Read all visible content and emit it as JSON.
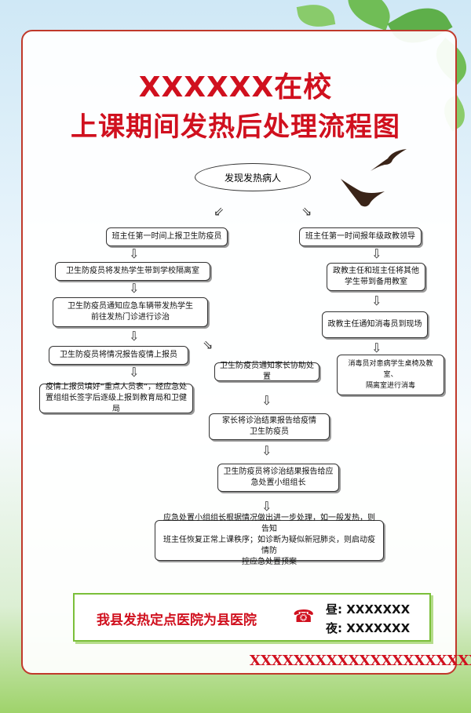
{
  "title": {
    "line1": "XXXXXX在校",
    "line2": "上课期间发热后处理流程图"
  },
  "start": "发现发热病人",
  "left": {
    "n1": "班主任第一时间上报卫生防疫员",
    "n2": "卫生防疫员将发热学生带到学校隔离室",
    "n3a": "卫生防疫员通知应急车辆带发热学生",
    "n3b": "前往发热门诊进行诊治",
    "n4": "卫生防疫员将情况报告疫情上报员",
    "n5a": "疫情上报员填好“重点人员表”，经应急处",
    "n5b": "置组组长签字后逐级上报到教育局和卫健局"
  },
  "middle": {
    "m1": "卫生防疫员通知家长协助处置",
    "m2a": "家长将诊治结果报告给疫情",
    "m2b": "卫生防疫员",
    "m3a": "卫生防疫员将诊治结果报告给应",
    "m3b": "急处置小组组长",
    "m4a": "应急处置小组组长根据情况做出进一步处理，如一般发热，则告知",
    "m4b": "班主任恢复正常上课秩序；如诊断为疑似新冠肺炎，则启动疫情防",
    "m4c": "控应急处置预案"
  },
  "right": {
    "r1": "班主任第一时间报年级政教领导",
    "r2a": "政教主任和班主任将其他",
    "r2b": "学生带到备用教室",
    "r3": "政教主任通知消毒员到现场",
    "r4a": "消毒员对患病学生桌椅及教室、",
    "r4b": "隔离室进行消毒"
  },
  "banner": {
    "text": "我县发热定点医院为县医院",
    "day_label": "昼:",
    "day_value": "XXXXXXX",
    "night_label": "夜:",
    "night_value": "XXXXXXX"
  },
  "footer": "XXXXXXXXXXXXXXXXXXXXX"
}
